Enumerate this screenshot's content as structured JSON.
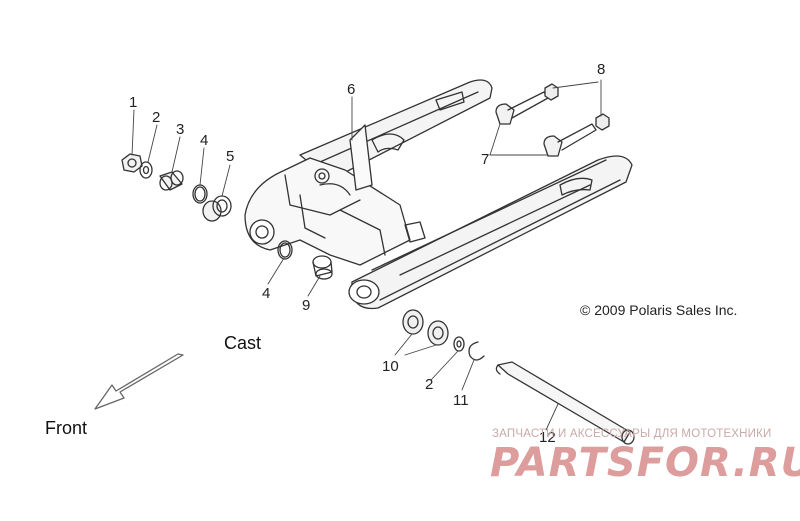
{
  "callouts": {
    "c1": "1",
    "c2": "2",
    "c3": "3",
    "c4a": "4",
    "c5": "5",
    "c6": "6",
    "c7": "7",
    "c8": "8",
    "c4b": "4",
    "c9": "9",
    "c10": "10",
    "c2b": "2",
    "c11": "11",
    "c12": "12"
  },
  "labels": {
    "cast": "Cast",
    "front": "Front",
    "copyright": "© 2009 Polaris Sales Inc."
  },
  "watermark": {
    "tagline": "ЗАПЧАСТИ И АКСЕССУАРЫ ДЛЯ МОТОТЕХНИКИ",
    "brand": "PARTSFOR.RU"
  }
}
